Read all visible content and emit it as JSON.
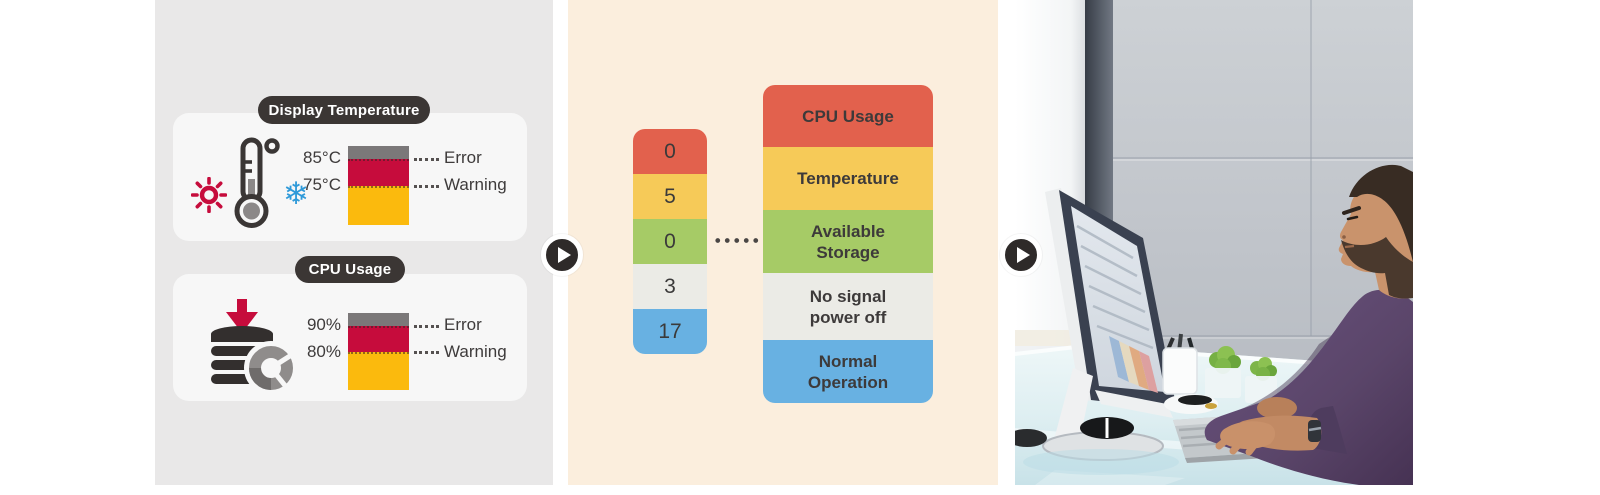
{
  "left_panel": {
    "cards": [
      {
        "badge": "Display Temperature",
        "icons": [
          "sun-icon",
          "thermometer-icon",
          "snowflake-icon"
        ],
        "values": [
          "85°C",
          "75°C"
        ],
        "labels": [
          "Error",
          "Warning"
        ]
      },
      {
        "badge": "CPU Usage",
        "icons": [
          "storage-download-icon",
          "donut-chart-icon"
        ],
        "values": [
          "90%",
          "80%"
        ],
        "labels": [
          "Error",
          "Warning"
        ]
      }
    ]
  },
  "middle_panel": {
    "counts": [
      {
        "value": "0",
        "color": "#e2614d"
      },
      {
        "value": "5",
        "color": "#f6ca58"
      },
      {
        "value": "0",
        "color": "#a6cb66"
      },
      {
        "value": "3",
        "color": "#ebebe6"
      },
      {
        "value": "17",
        "color": "#68b1e2"
      }
    ],
    "statuses": [
      {
        "label": "CPU Usage",
        "color": "#e2614d"
      },
      {
        "label": "Temperature",
        "color": "#f6ca58"
      },
      {
        "label": "Available Storage",
        "color": "#a6cb66"
      },
      {
        "label": "No signal power off",
        "color": "#ebebe6"
      },
      {
        "label": "Normal Operation",
        "color": "#68b1e2"
      }
    ]
  },
  "colors": {
    "badge_bg": "#3b3634",
    "panel_left_bg": "#e9e8e8",
    "panel_mid_bg": "#fbeedd",
    "bar_top_gray": "#7b7879",
    "bar_error_red": "#c60c3c",
    "bar_warning_amber": "#fbba0d",
    "snowflake_blue": "#2f9ad9",
    "accent_red": "#c60c3c"
  }
}
